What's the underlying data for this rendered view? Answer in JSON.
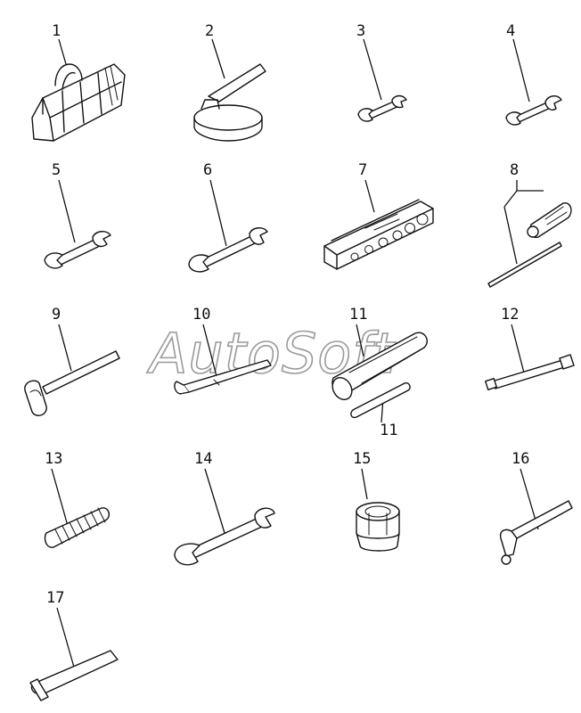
{
  "labels": {
    "l1": "1",
    "l2": "2",
    "l3": "3",
    "l4": "4",
    "l5": "5",
    "l6": "6",
    "l7": "7",
    "l8": "8",
    "l9": "9",
    "l10": "10",
    "l11a": "11",
    "l11b": "11",
    "l12": "12",
    "l13": "13",
    "l14": "14",
    "l15": "15",
    "l16": "16",
    "l17": "17"
  },
  "watermark": "AutoSoft"
}
